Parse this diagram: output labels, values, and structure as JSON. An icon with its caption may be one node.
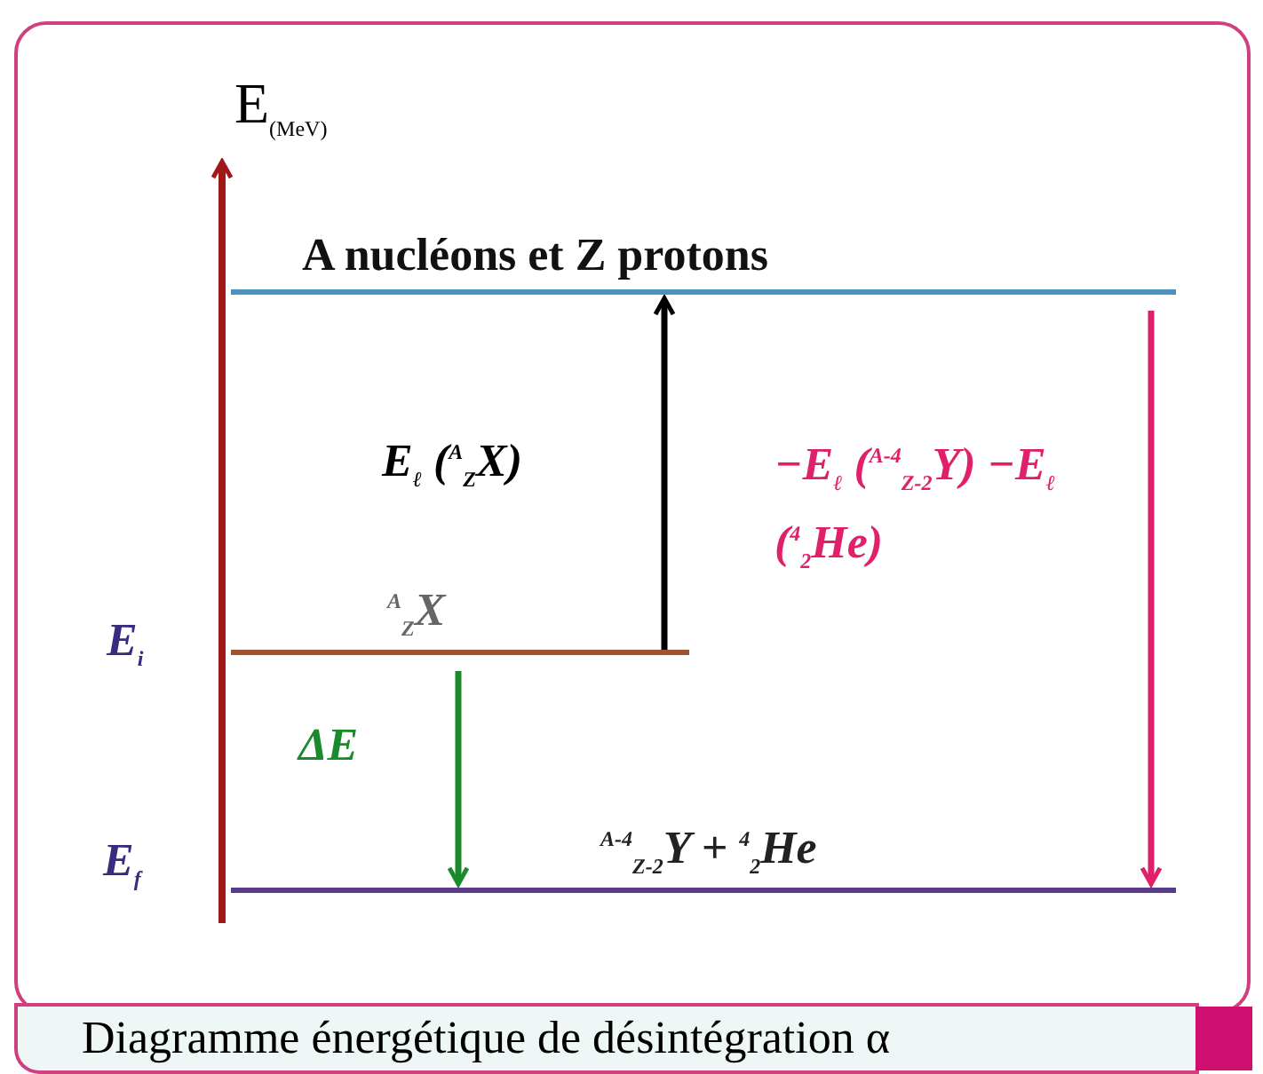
{
  "diagram": {
    "caption": "Diagramme énergétique de désintégration α",
    "nodes": [
      {
        "text": [
          "A nucléons et Z protons"
        ]
      },
      {
        "text": [
          "$^{A}$$_{Z}$X"
        ],
        "beside": [
          "E$_{i}$"
        ]
      },
      {
        "text": [
          "$^{A-4}$$_{Z-2}$Y + $^{4}$$_{2}$He"
        ],
        "beside": [
          "E$_{f}$"
        ]
      }
    ],
    "edges": [
      {
        "from": 1,
        "to": 0,
        "arrow": "to",
        "label": "E$_{ℓ}$ ($^{A}$$_{Z}$X)"
      },
      {
        "from": 0,
        "to": 2,
        "arrow": "to",
        "color": "#e0206a",
        "label": "−E$_{ℓ}$ ($^{A-4}$$_{Z-2}$Y) −E$_{ℓ}$ ($^{4}$$_{2}$He)"
      },
      {
        "from": 1,
        "to": 2,
        "arrow": "to",
        "color": "#1a8a2a",
        "label": "ΔE"
      }
    ],
    "labels": [
      "E$_{(MeV)}$"
    ]
  }
}
